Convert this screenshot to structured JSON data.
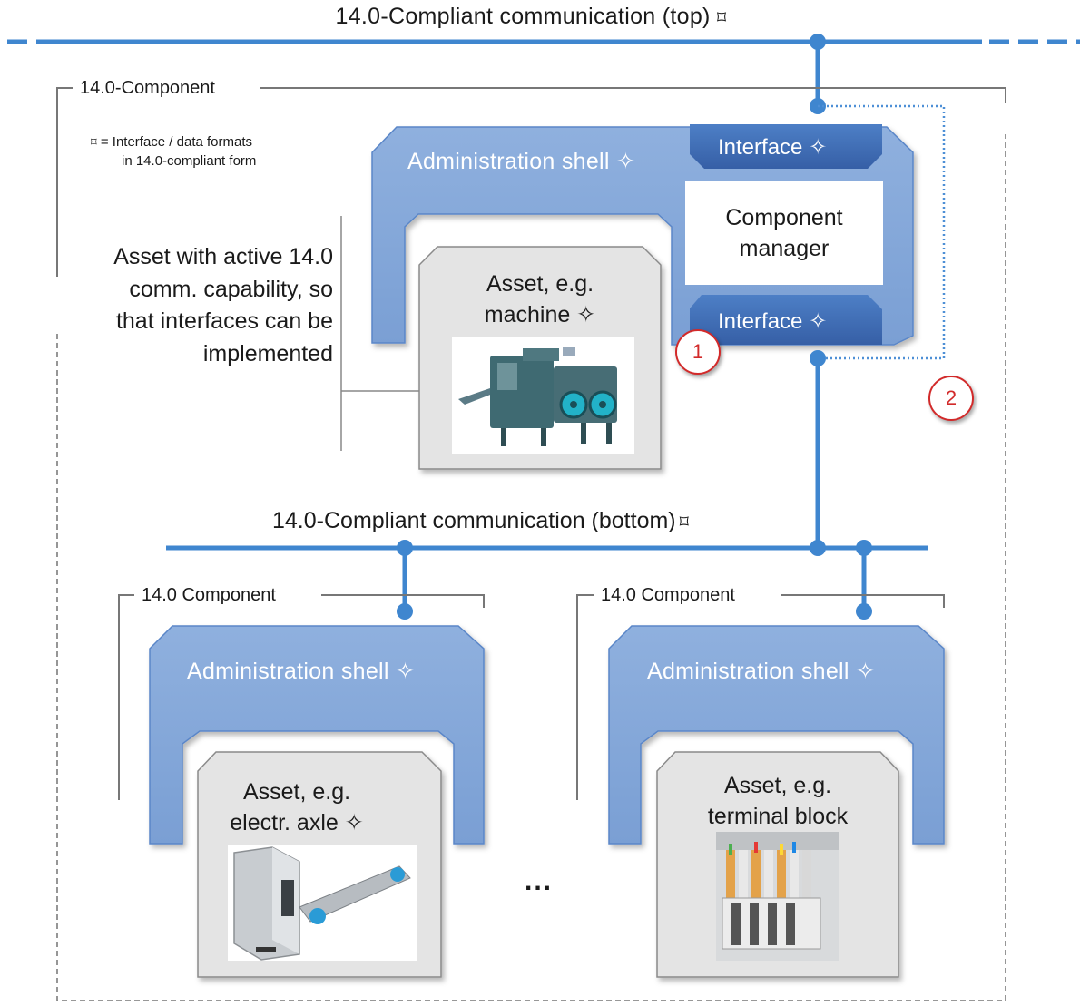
{
  "top_bus": {
    "title": "14.0-Compliant communication (top)",
    "symbol": "⌑"
  },
  "main_component": {
    "label": "14.0-Component",
    "legend_symbol": "⌑",
    "legend_line1": "=  Interface / data formats",
    "legend_line2": "in 14.0-compliant form",
    "shell_label": "Administration shell",
    "shell_symbol": "✧",
    "interface_top": "Interface",
    "interface_bottom": "Interface",
    "interface_symbol": "✧",
    "manager_line1": "Component",
    "manager_line2": "manager",
    "asset_description": "Asset with active 14.0 comm. capability, so that interfaces can be implemented",
    "asset_line1": "Asset, e.g.",
    "asset_line2": "machine",
    "asset_symbol": "✧",
    "marker_1": "1",
    "marker_2": "2"
  },
  "bottom_bus": {
    "title": "14.0-Compliant communication (bottom)",
    "symbol": "⌑"
  },
  "sub_components": [
    {
      "label": "14.0 Component",
      "shell_label": "Administration shell",
      "shell_symbol": "✧",
      "asset_line1": "Asset, e.g.",
      "asset_line2": "electr. axle",
      "asset_symbol": "✧"
    },
    {
      "label": "14.0 Component",
      "shell_label": "Administration shell",
      "shell_symbol": "✧",
      "asset_line1": "Asset, e.g.",
      "asset_line2": "terminal block",
      "asset_symbol": ""
    }
  ],
  "ellipsis": "...",
  "colors": {
    "bus": "#3f86cf",
    "shell": "#86a9da",
    "shell_border": "#5a86c8",
    "interface": "#3f6fb8",
    "asset_bg": "#e4e4e4",
    "marker": "#d22a2a"
  }
}
